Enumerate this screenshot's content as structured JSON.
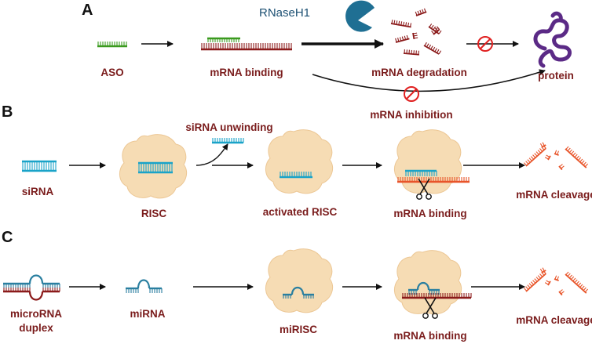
{
  "panels": {
    "a": "A",
    "b": "B",
    "c": "C"
  },
  "panel_a": {
    "aso": "ASO",
    "mrna_binding": "mRNA binding",
    "enzyme": "RNaseH1",
    "mrna_degradation": "mRNA degradation",
    "protein": "protein",
    "mrna_inhibition": "mRNA inhibition"
  },
  "panel_b": {
    "sirna": "siRNA",
    "risc": "RISC",
    "sirna_unwinding": "siRNA unwinding",
    "activated_risc": "activated RISC",
    "mrna_binding": "mRNA binding",
    "mrna_cleavage": "mRNA cleavage"
  },
  "panel_c": {
    "microrna_line1": "microRNA",
    "microrna_line2": "duplex",
    "mirna": "miRNA",
    "mirisc": "miRISC",
    "mrna_binding": "mRNA binding",
    "mrna_cleavage": "mRNA cleavage"
  },
  "colors": {
    "aso_green": "#3a9a1e",
    "mrna_red": "#8b1a1a",
    "sirna_cyan": "#1aa3c8",
    "mirna_blue": "#2a7fa0",
    "target_orange": "#e8552a",
    "risc_complex": "#f6dcb4",
    "enzyme_blue": "#1f6f93",
    "protein_purple": "#5b2a86",
    "inhibit_red": "#e02020",
    "label_dark_red": "#7a1c1c"
  }
}
